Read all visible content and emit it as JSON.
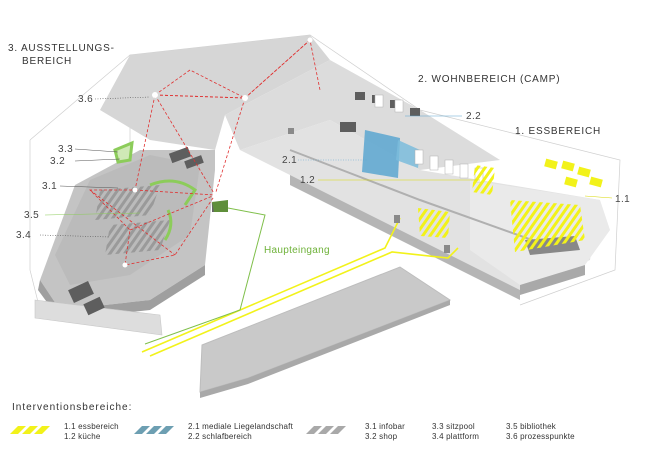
{
  "areas": {
    "ausstellung_line1": "3. AUSSTELLUNGS-",
    "ausstellung_line2": "BEREICH",
    "wohnbereich": "2. WOHNBEREICH (CAMP)",
    "essbereich": "1. ESSBEREICH"
  },
  "markers": {
    "m36": "3.6",
    "m33": "3.3",
    "m32": "3.2",
    "m31": "3.1",
    "m35": "3.5",
    "m34": "3.4",
    "m22": "2.2",
    "m21": "2.1",
    "m12": "1.2",
    "m11": "1.1"
  },
  "entrance": "Haupteingang",
  "legend": {
    "title": "Interventionsbereiche:",
    "groups": [
      {
        "color": "#f2f21a",
        "lines": [
          "1.1 essbereich",
          "1.2 küche"
        ]
      },
      {
        "color": "#6d9fb2",
        "lines": [
          "2.1 mediale Liegelandschaft",
          "2.2 schlafbereich"
        ]
      },
      {
        "color": "#a9a9a9",
        "lines": [
          "3.1 infobar",
          "3.2 shop"
        ]
      },
      {
        "color": null,
        "lines": [
          "3.3 sitzpool",
          "3.4 plattform"
        ]
      },
      {
        "color": null,
        "lines": [
          "3.5 bibliothek",
          "3.6 prozesspunkte"
        ]
      }
    ]
  },
  "colors": {
    "yellow": "#f2f21a",
    "blue": "#5aa6d0",
    "green": "#8ccc5a",
    "red_dashed": "#e03030",
    "leader_gray": "#555555"
  }
}
